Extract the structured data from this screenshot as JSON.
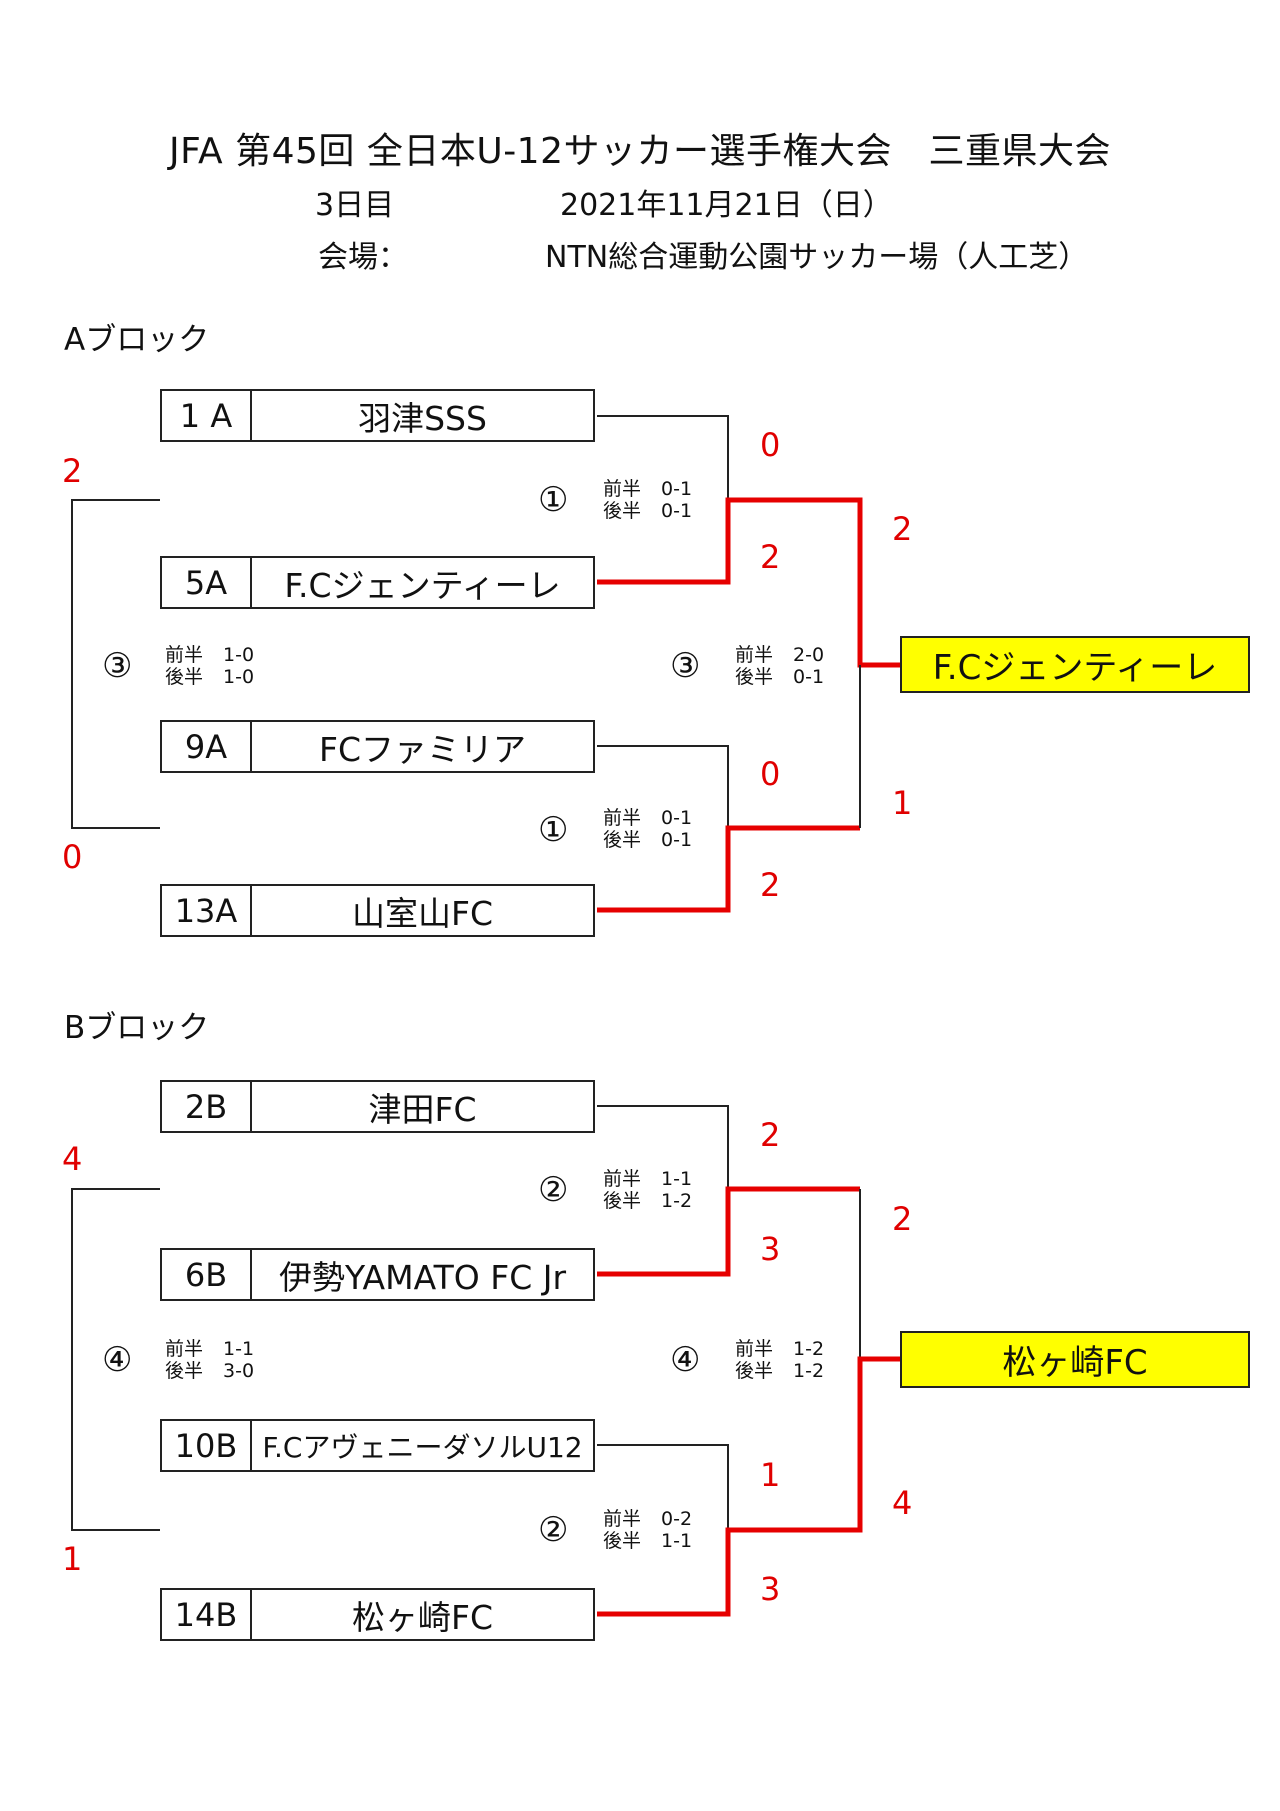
{
  "header": {
    "title": "JFA 第45回 全日本U-12サッカー選手権大会　三重県大会",
    "day": "3日目",
    "date": "2021年11月21日（日）",
    "venue_label": "会場：",
    "venue": "NTN総合運動公園サッカー場（人工芝）"
  },
  "blocks": [
    {
      "title": "Aブロック",
      "teams": [
        {
          "seed": "1 A",
          "name": "羽津SSS"
        },
        {
          "seed": "5A",
          "name": "F.Cジェンティーレ"
        },
        {
          "seed": "9A",
          "name": "FCファミリア"
        },
        {
          "seed": "13A",
          "name": "山室山FC"
        }
      ],
      "matches": [
        {
          "marker": "①",
          "first_half_label": "前半",
          "first_half": "0-1",
          "second_half_label": "後半",
          "second_half": "0-1",
          "score_top": "0",
          "score_bottom": "2"
        },
        {
          "marker": "①",
          "first_half_label": "前半",
          "first_half": "0-1",
          "second_half_label": "後半",
          "second_half": "0-1",
          "score_top": "0",
          "score_bottom": "2"
        },
        {
          "marker": "③",
          "first_half_label": "前半",
          "first_half": "2-0",
          "second_half_label": "後半",
          "second_half": "0-1",
          "score_top": "2",
          "score_bottom": "1"
        },
        {
          "marker": "③",
          "first_half_label": "前半",
          "first_half": "1-0",
          "second_half_label": "後半",
          "second_half": "1-0",
          "score_top": "2",
          "score_bottom": "0"
        }
      ],
      "winner": "F.Cジェンティーレ"
    },
    {
      "title": "Bブロック",
      "teams": [
        {
          "seed": "2B",
          "name": "津田FC"
        },
        {
          "seed": "6B",
          "name": "伊勢YAMATO FC Jr"
        },
        {
          "seed": "10B",
          "name": "F.CアヴェニーダソルU12"
        },
        {
          "seed": "14B",
          "name": "松ヶ崎FC"
        }
      ],
      "matches": [
        {
          "marker": "②",
          "first_half_label": "前半",
          "first_half": "1-1",
          "second_half_label": "後半",
          "second_half": "1-2",
          "score_top": "2",
          "score_bottom": "3"
        },
        {
          "marker": "②",
          "first_half_label": "前半",
          "first_half": "0-2",
          "second_half_label": "後半",
          "second_half": "1-1",
          "score_top": "1",
          "score_bottom": "3"
        },
        {
          "marker": "④",
          "first_half_label": "前半",
          "first_half": "1-2",
          "second_half_label": "後半",
          "second_half": "1-2",
          "score_top": "2",
          "score_bottom": "4"
        },
        {
          "marker": "④",
          "first_half_label": "前半",
          "first_half": "1-1",
          "second_half_label": "後半",
          "second_half": "3-0",
          "score_top": "4",
          "score_bottom": "1"
        }
      ],
      "winner": "松ヶ崎FC"
    }
  ],
  "colors": {
    "winner_line": "#e60000",
    "line": "#222222",
    "winner_fill": "#ffff00",
    "score_text": "#e00000"
  }
}
